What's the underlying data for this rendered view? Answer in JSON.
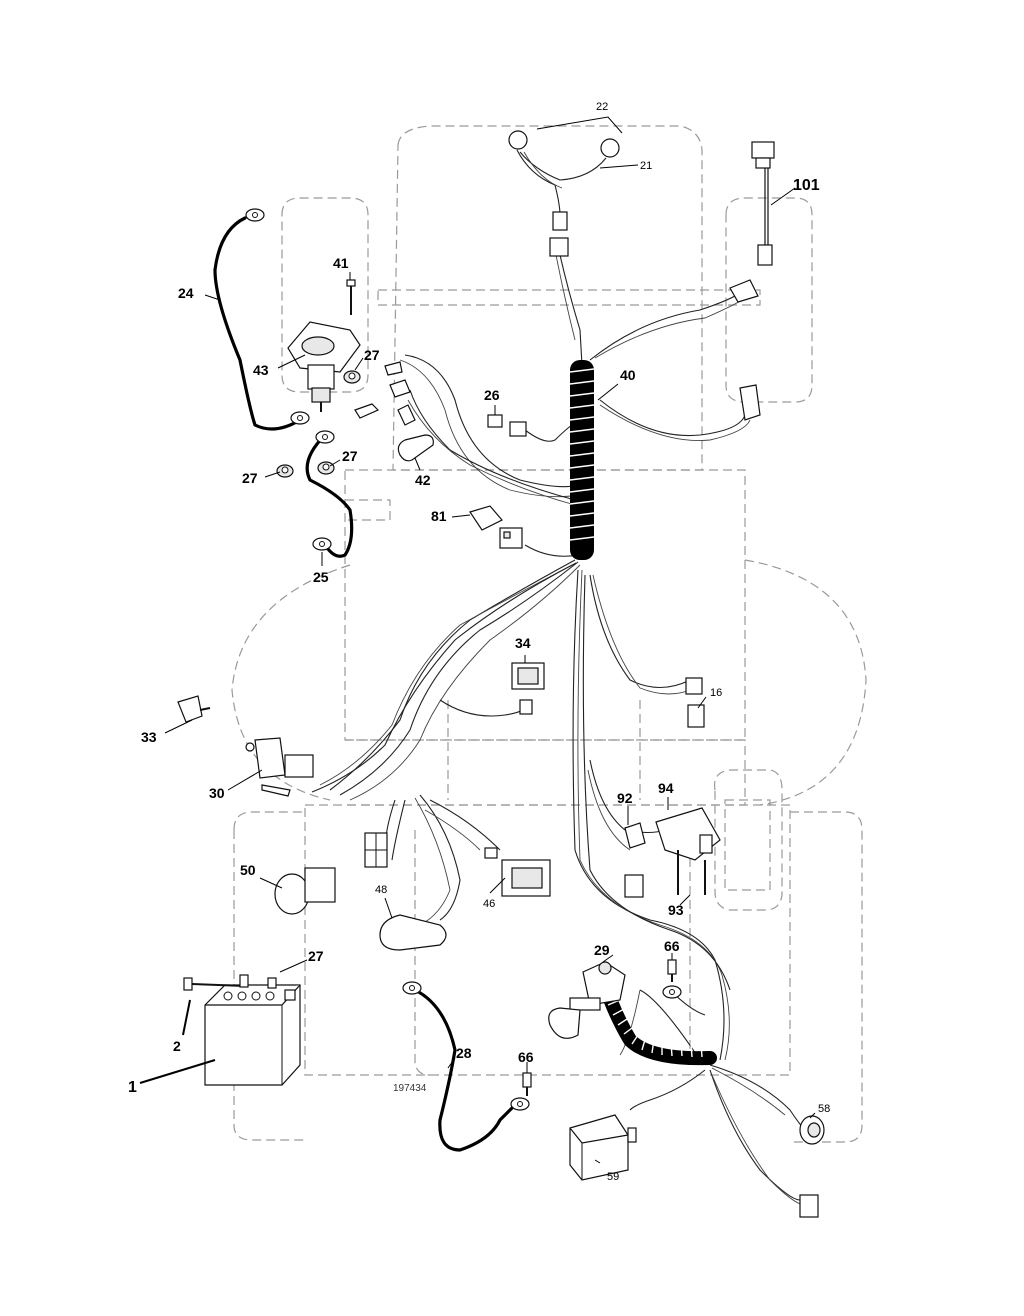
{
  "diagram": {
    "drawing_number": "197434",
    "callouts": [
      {
        "id": "c1",
        "text": "1"
      },
      {
        "id": "c2",
        "text": "2"
      },
      {
        "id": "c16",
        "text": "16"
      },
      {
        "id": "c21",
        "text": "21"
      },
      {
        "id": "c22",
        "text": "22"
      },
      {
        "id": "c24",
        "text": "24"
      },
      {
        "id": "c25",
        "text": "25"
      },
      {
        "id": "c26",
        "text": "26"
      },
      {
        "id": "c27a",
        "text": "27"
      },
      {
        "id": "c27b",
        "text": "27"
      },
      {
        "id": "c27c",
        "text": "27"
      },
      {
        "id": "c27d",
        "text": "27"
      },
      {
        "id": "c28",
        "text": "28"
      },
      {
        "id": "c29",
        "text": "29"
      },
      {
        "id": "c30",
        "text": "30"
      },
      {
        "id": "c33",
        "text": "33"
      },
      {
        "id": "c34",
        "text": "34"
      },
      {
        "id": "c40",
        "text": "40"
      },
      {
        "id": "c41",
        "text": "41"
      },
      {
        "id": "c42",
        "text": "42"
      },
      {
        "id": "c43",
        "text": "43"
      },
      {
        "id": "c46",
        "text": "46"
      },
      {
        "id": "c48",
        "text": "48"
      },
      {
        "id": "c50",
        "text": "50"
      },
      {
        "id": "c58",
        "text": "58"
      },
      {
        "id": "c59",
        "text": "59"
      },
      {
        "id": "c66a",
        "text": "66"
      },
      {
        "id": "c66b",
        "text": "66"
      },
      {
        "id": "c81",
        "text": "81"
      },
      {
        "id": "c92",
        "text": "92"
      },
      {
        "id": "c93",
        "text": "93"
      },
      {
        "id": "c94",
        "text": "94"
      },
      {
        "id": "c101",
        "text": "101"
      }
    ]
  }
}
